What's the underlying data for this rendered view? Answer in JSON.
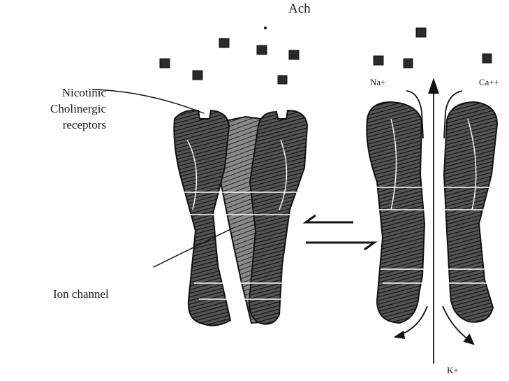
{
  "labels": {
    "ach": "Ach",
    "receptor_line1": "Nicotinic",
    "receptor_line2": "Cholinergic",
    "receptor_line3": "receptors",
    "ion_channel": "Ion channel",
    "na": "Na+",
    "ca": "Ca++",
    "k": "K+"
  },
  "states": [
    "closed",
    "open"
  ],
  "colors": {
    "ink": "#1a1a1a",
    "fill_dark": "#555555",
    "fill_mid": "#8a8a8a",
    "background": "#ffffff"
  }
}
